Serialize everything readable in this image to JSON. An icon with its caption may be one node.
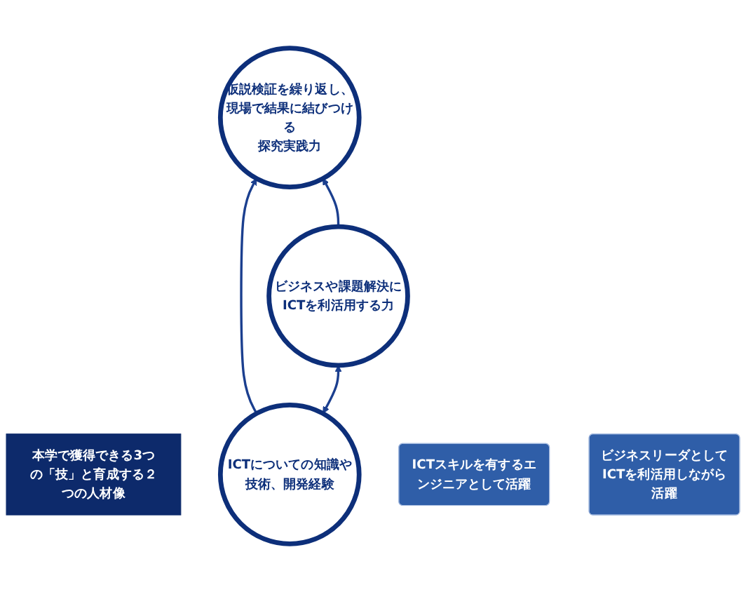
{
  "diagram": {
    "nodes": [
      {
        "text": [
          "仮説検証を繰り返し、現場で結果に結びつける",
          "探究実践力"
        ]
      },
      {
        "text": [
          "本学で獲得できる3つの「技」と育成する２つの人材像"
        ]
      },
      {
        "text": [
          "ICTについての知識や技術、開発経験"
        ]
      },
      {
        "text": [
          "ビジネスや課題解決にICTを利活用する力"
        ]
      },
      {
        "text": [
          "ICTスキルを有するエンジニアとして活躍"
        ]
      },
      {
        "text": [
          "ビジネスリーダとしてICTを利活用しながら活躍"
        ]
      }
    ],
    "edges": [
      {
        "from": 2,
        "to": 0,
        "arrow": "to"
      },
      {
        "from": 3,
        "to": 0,
        "arrow": "to"
      },
      {
        "from": 2,
        "to": 3,
        "arrow": "both"
      }
    ]
  }
}
